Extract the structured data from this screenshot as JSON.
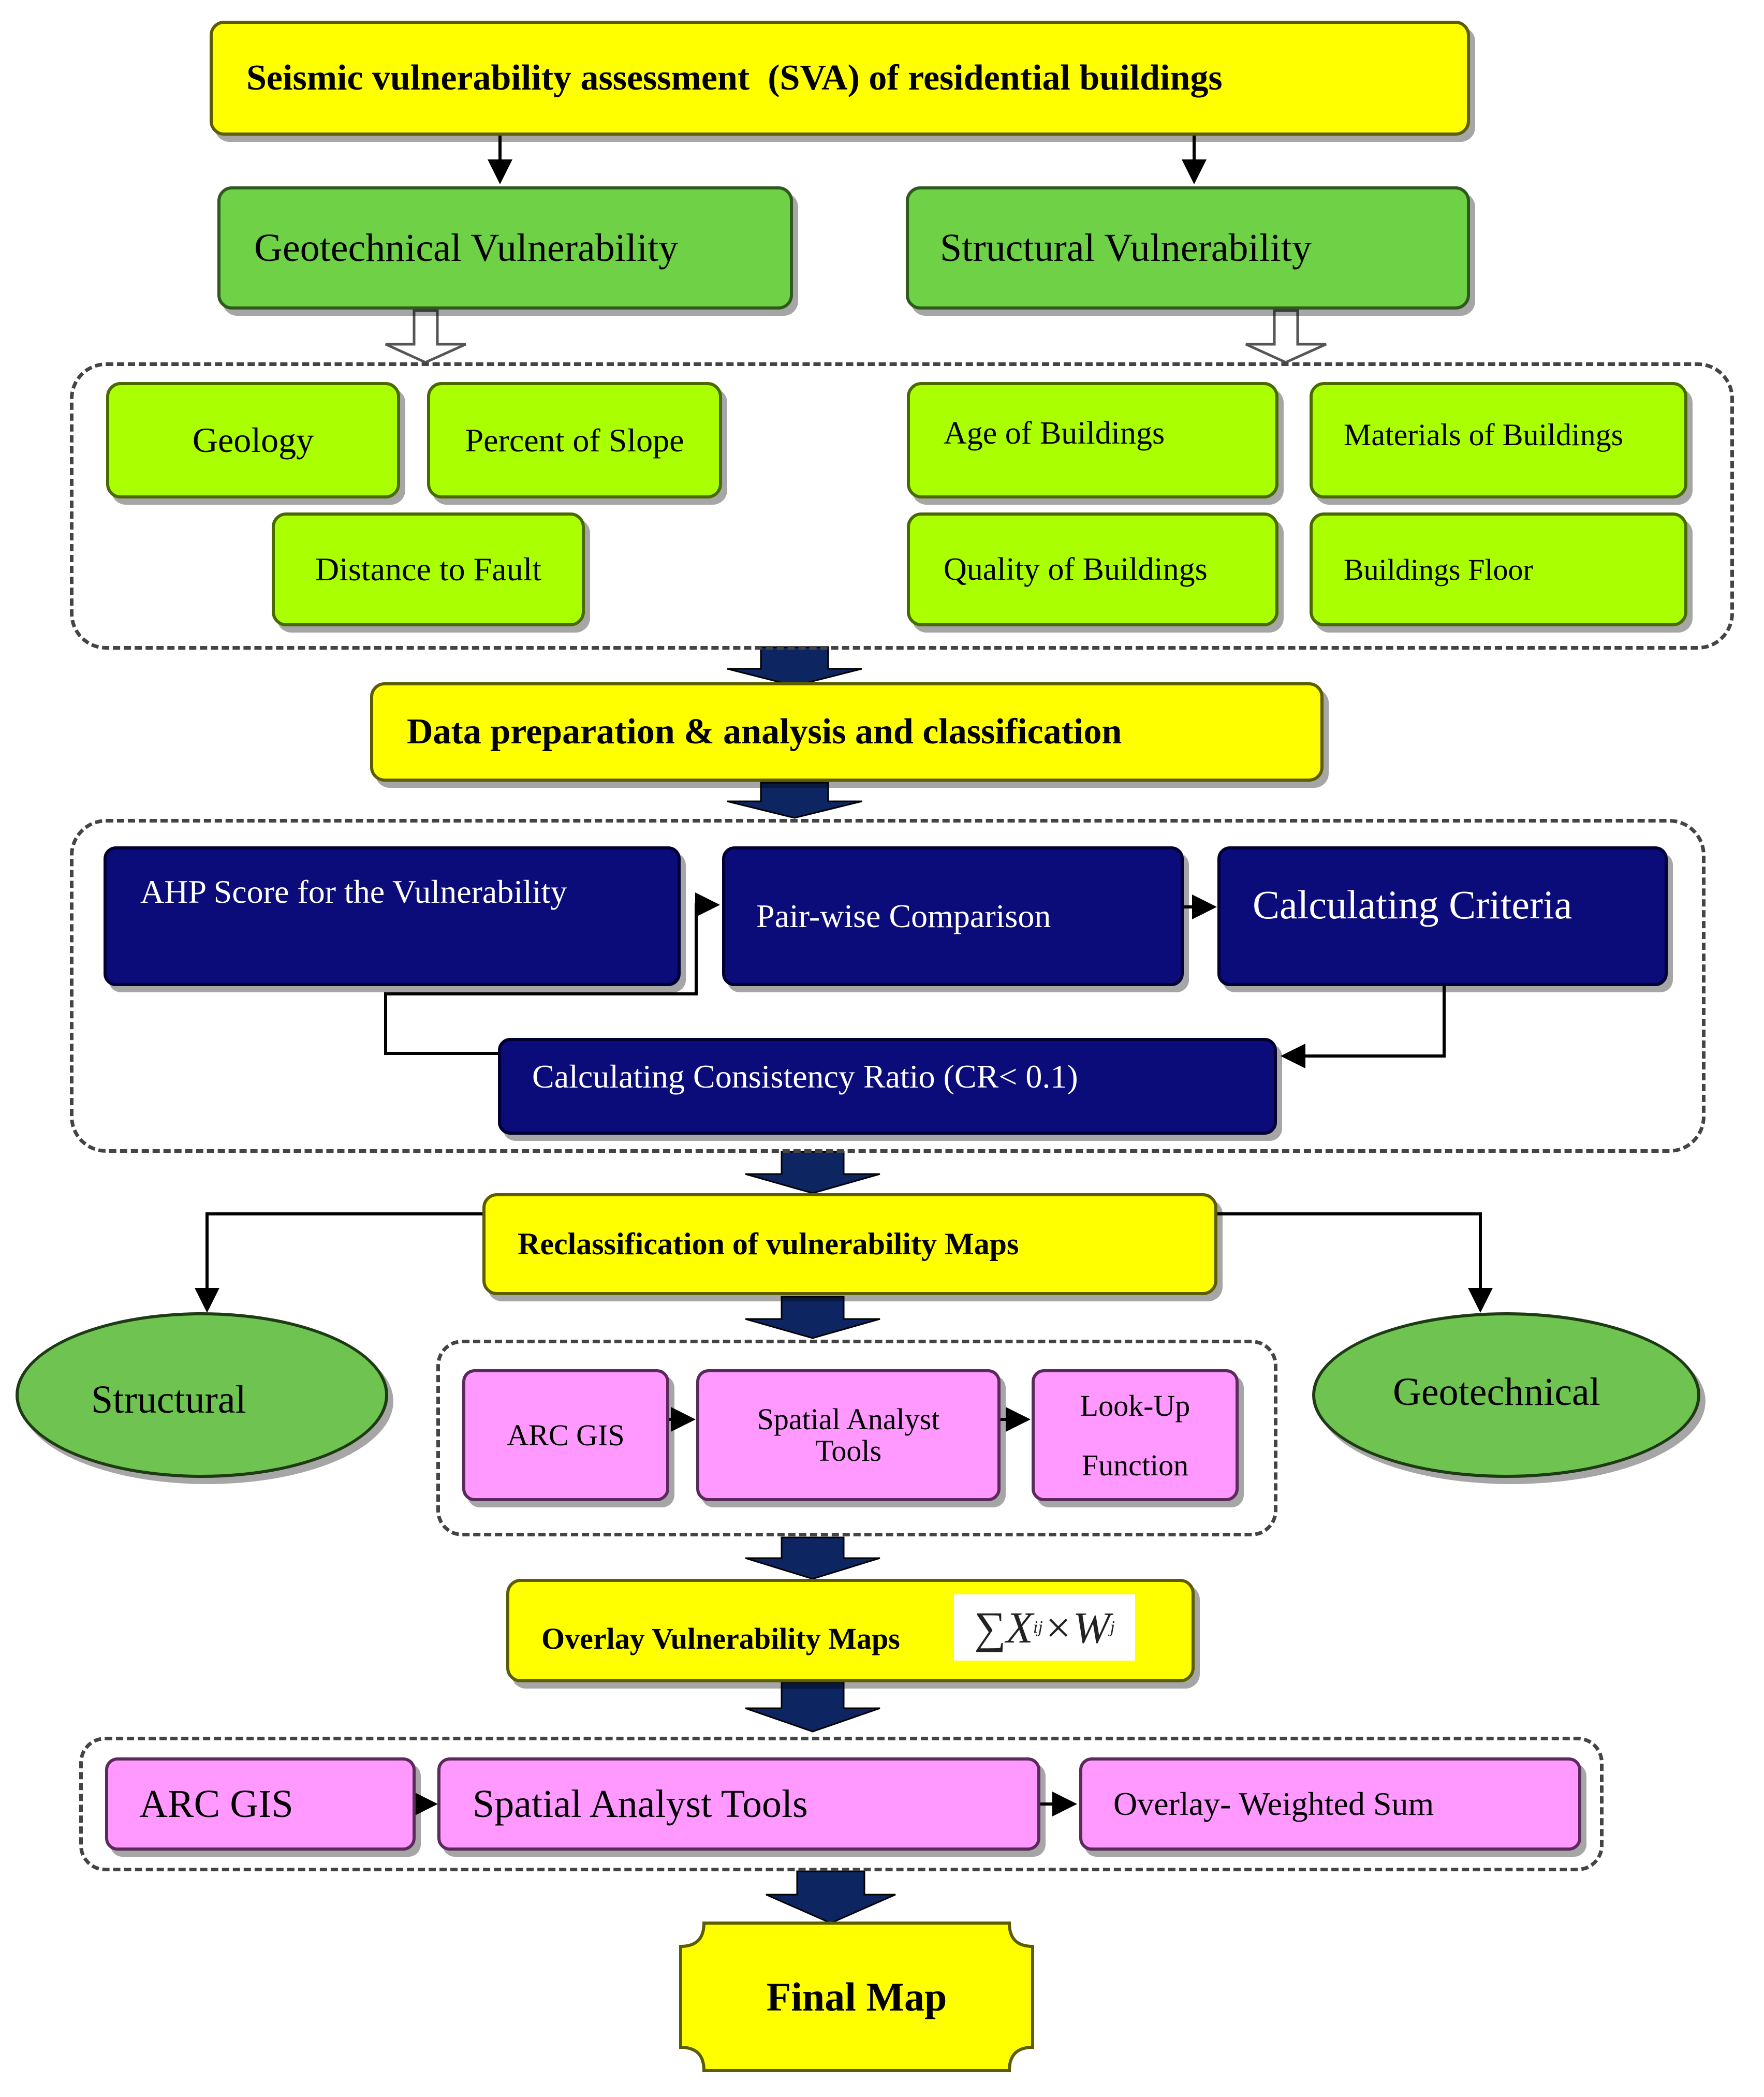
{
  "title": "Seismic vulnerability assessment  (SVA) of residential buildings",
  "branches": {
    "geotechnical": "Geotechnical Vulnerability",
    "structural": "Structural Vulnerability"
  },
  "geotechnical_criteria": [
    "Geology",
    "Percent of Slope",
    "Distance to Fault"
  ],
  "structural_criteria": [
    "Age of Buildings",
    "Materials of Buildings",
    "Quality of Buildings",
    "Buildings Floor"
  ],
  "data_preparation": "Data preparation & analysis and classification",
  "ahp": {
    "score": "AHP Score for the Vulnerability",
    "pairwise": "Pair-wise Comparison",
    "criteria": "Calculating Criteria",
    "consistency": "Calculating Consistency Ratio (CR< 0.1)"
  },
  "reclassification": "Reclassification of vulnerability Maps",
  "outputs": {
    "structural": "Structural",
    "geotechnical": "Geotechnical"
  },
  "reclass_tools": {
    "arcgis": "ARC GIS",
    "spatial": "Spatial Analyst Tools",
    "lookup_line1": "Look-Up",
    "lookup_line2": "Function"
  },
  "overlay": {
    "label": "Overlay Vulnerability Maps",
    "formula": "∑X",
    "formula_sub1": "ij",
    "formula_mid": "×W",
    "formula_sub2": "j"
  },
  "overlay_tools": {
    "arcgis": "ARC GIS",
    "spatial": "Spatial Analyst Tools",
    "weighted": "Overlay- Weighted Sum"
  },
  "final": "Final Map",
  "colors": {
    "yellow": "#ffff00",
    "green": "#6fd146",
    "lime": "#aaff00",
    "navy": "#0b0b7a",
    "pink": "#ff99ff"
  }
}
